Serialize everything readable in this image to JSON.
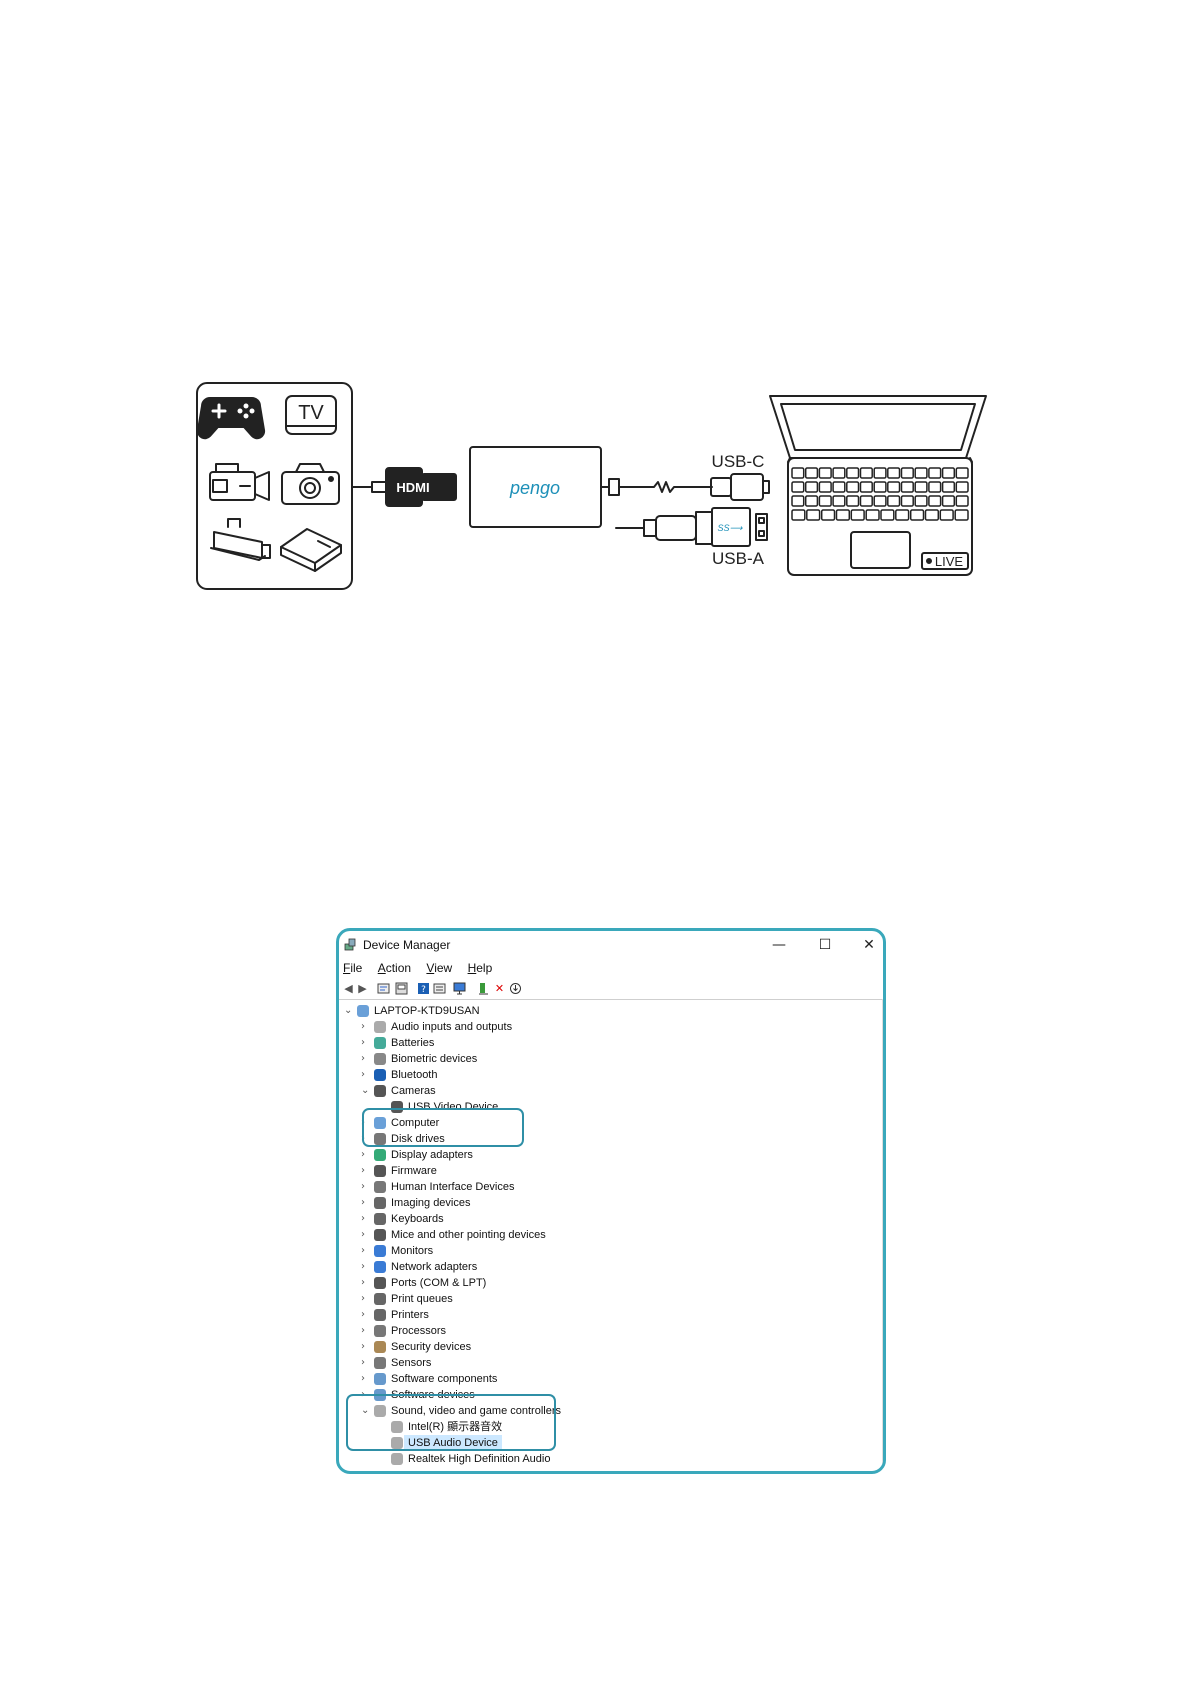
{
  "diagram": {
    "device_icons": [
      "gamepad-icon",
      "tv-icon",
      "camcorder-icon",
      "camera-icon",
      "security-camera-icon",
      "hdd-icon"
    ],
    "tv_label": "TV",
    "hdmi_label": "HDMI",
    "brand_label": "pengo",
    "usb_c_label": "USB-C",
    "usb_a_label": "USB-A",
    "usb_a_logo": "SS⟶",
    "live_label": "LIVE"
  },
  "device_manager": {
    "title": "Device Manager",
    "window_buttons": {
      "minimize": "—",
      "maximize": "☐",
      "close": "✕"
    },
    "menu": [
      "File",
      "Action",
      "View",
      "Help"
    ],
    "root": "LAPTOP-KTD9USAN",
    "items": [
      {
        "label": "Audio inputs and outputs",
        "icon": "speaker-icon",
        "expanded": false
      },
      {
        "label": "Batteries",
        "icon": "battery-icon",
        "expanded": false
      },
      {
        "label": "Biometric devices",
        "icon": "biometric-icon",
        "expanded": false
      },
      {
        "label": "Bluetooth",
        "icon": "bluetooth-icon",
        "expanded": false
      },
      {
        "label": "Cameras",
        "icon": "webcam-icon",
        "expanded": true,
        "children": [
          "USB Video Device"
        ]
      },
      {
        "label": "Computer",
        "icon": "computer-icon",
        "expanded": false
      },
      {
        "label": "Disk drives",
        "icon": "disk-icon",
        "expanded": false
      },
      {
        "label": "Display adapters",
        "icon": "display-adapter-icon",
        "expanded": false
      },
      {
        "label": "Firmware",
        "icon": "firmware-icon",
        "expanded": false
      },
      {
        "label": "Human Interface Devices",
        "icon": "hid-icon",
        "expanded": false
      },
      {
        "label": "Imaging devices",
        "icon": "imaging-icon",
        "expanded": false
      },
      {
        "label": "Keyboards",
        "icon": "keyboard-icon",
        "expanded": false
      },
      {
        "label": "Mice and other pointing devices",
        "icon": "mouse-icon",
        "expanded": false
      },
      {
        "label": "Monitors",
        "icon": "monitor-icon",
        "expanded": false
      },
      {
        "label": "Network adapters",
        "icon": "network-icon",
        "expanded": false
      },
      {
        "label": "Ports (COM & LPT)",
        "icon": "port-icon",
        "expanded": false
      },
      {
        "label": "Print queues",
        "icon": "print-queue-icon",
        "expanded": false
      },
      {
        "label": "Printers",
        "icon": "printer-icon",
        "expanded": false
      },
      {
        "label": "Processors",
        "icon": "processor-icon",
        "expanded": false
      },
      {
        "label": "Security devices",
        "icon": "security-icon",
        "expanded": false
      },
      {
        "label": "Sensors",
        "icon": "sensor-icon",
        "expanded": false
      },
      {
        "label": "Software components",
        "icon": "software-component-icon",
        "expanded": false
      },
      {
        "label": "Software devices",
        "icon": "software-device-icon",
        "expanded": false
      },
      {
        "label": "Sound, video and game controllers",
        "icon": "speaker-icon",
        "expanded": true,
        "children": [
          "Intel(R) 顯示器音效",
          "USB Audio Device",
          "Realtek High Definition Audio"
        ]
      }
    ],
    "accent": "#2f8fa6"
  }
}
